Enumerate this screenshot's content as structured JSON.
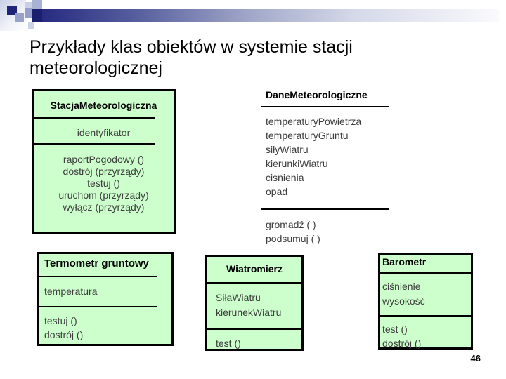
{
  "slide": {
    "title_line1": "Przykłady klas obiektów w systemie stacji",
    "title_line2": "meteorologicznej",
    "page_number": "46",
    "colors": {
      "box_fill": "#ccffcc",
      "box_border": "#000000",
      "bar_dark": "#282b80",
      "bar_light": "#fafafd",
      "deco_navy": "#1f2478"
    }
  },
  "uml": {
    "stacja": {
      "name": "StacjaMeteorologiczna",
      "attributes": [
        "identyfikator"
      ],
      "methods": [
        "raportPogodowy ()",
        "dostrój (przyrządy)",
        "testuj ()",
        "uruchom (przyrządy)",
        "wyłącz (przyrządy)"
      ]
    },
    "dane": {
      "name": "DaneMeteorologiczne",
      "attributes": [
        "temperaturyPowietrza",
        "temperaturyGruntu",
        "siłyWiatru",
        "kierunkiWiatru",
        "cisnienia",
        "opad"
      ],
      "methods": [
        "gromadź ( )",
        "podsumuj ( )"
      ]
    },
    "termometr": {
      "name": "Termometr gruntowy",
      "attributes": [
        "temperatura"
      ],
      "methods": [
        "testuj ()",
        "dostrój ()"
      ]
    },
    "wiatromierz": {
      "name": "Wiatromierz",
      "attributes": [
        "SiłaWiatru",
        "kierunekWiatru"
      ],
      "methods": [
        "test ()"
      ]
    },
    "barometr": {
      "name": "Barometr",
      "attributes": [
        "ciśnienie",
        "wysokość"
      ],
      "methods": [
        "test ()",
        "dostrój ()"
      ]
    }
  }
}
